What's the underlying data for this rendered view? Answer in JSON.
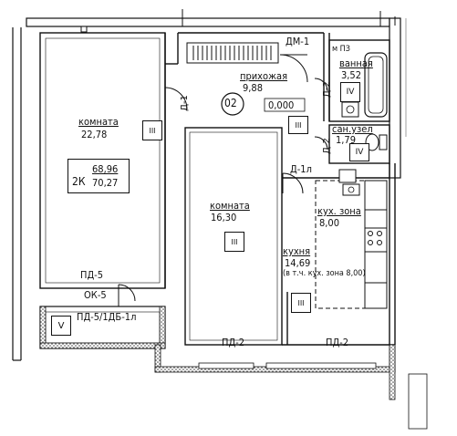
{
  "rooms": {
    "living_large": {
      "name": "комната",
      "area": "22,78",
      "class": "III"
    },
    "living_small": {
      "name": "комната",
      "area": "16,30",
      "class": "III"
    },
    "hallway": {
      "name": "прихожая",
      "area": "9,88",
      "class": "III"
    },
    "bathroom": {
      "name": "ванная",
      "area": "3,52",
      "class": "IV"
    },
    "wc": {
      "name": "сан.узел",
      "area": "1,79",
      "class": "IV"
    },
    "kitchen_zone": {
      "name": "кух. зона",
      "area": "8,00"
    },
    "kitchen": {
      "name": "кухня",
      "area": "14,69",
      "note": "(в т.ч. кух. зона 8,00)",
      "class": "III"
    },
    "balcony": {
      "class": "V"
    }
  },
  "apartment": {
    "type": "2К",
    "area_living": "68,96",
    "area_total": "70,27",
    "number": "02",
    "level": "0,000"
  },
  "marks": {
    "dm1": "ДМ-1",
    "d1": "Д-1",
    "d2_bath": "Д-2",
    "d2_wc": "Д-2",
    "d1l": "Д-1л",
    "pd5": "ПД-5",
    "ok5": "ОК-5",
    "pd5_db": "ПД-5/1ДБ-1л",
    "pd2_left": "ПД-2",
    "pd2_right": "ПД-2",
    "mp": "м ПЗ"
  }
}
